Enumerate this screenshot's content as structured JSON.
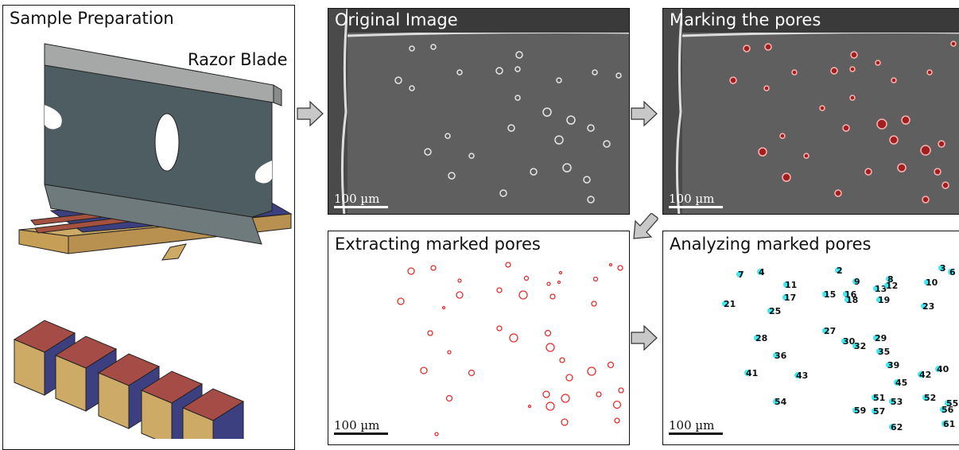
{
  "panels": {
    "sample_preparation": {
      "title": "Sample Preparation",
      "blade_label": "Razor Blade"
    },
    "original_image": {
      "title": "Original Image",
      "scale": "100 µm"
    },
    "marking_pores": {
      "title": "Marking the pores",
      "scale": "100 µm"
    },
    "extracting_pores": {
      "title": "Extracting marked pores",
      "scale": "100 µm"
    },
    "analyzing_pores": {
      "title": "Analyzing marked pores",
      "scale": "100 µm"
    }
  },
  "pore_labels": [
    "7",
    "4",
    "2",
    "9",
    "8",
    "3",
    "6",
    "11",
    "13",
    "12",
    "10",
    "17",
    "15",
    "16",
    "18",
    "19",
    "21",
    "25",
    "23",
    "27",
    "29",
    "28",
    "30",
    "32",
    "35",
    "36",
    "39",
    "41",
    "43",
    "42",
    "40",
    "45",
    "54",
    "51",
    "53",
    "52",
    "55",
    "59",
    "57",
    "56",
    "62",
    "61"
  ],
  "colors": {
    "sem_bg": "#5f5f5f",
    "pore_red": "#e03030",
    "label_highlight": "#2ee6ee",
    "arrow_fill": "#c8c8c8"
  }
}
